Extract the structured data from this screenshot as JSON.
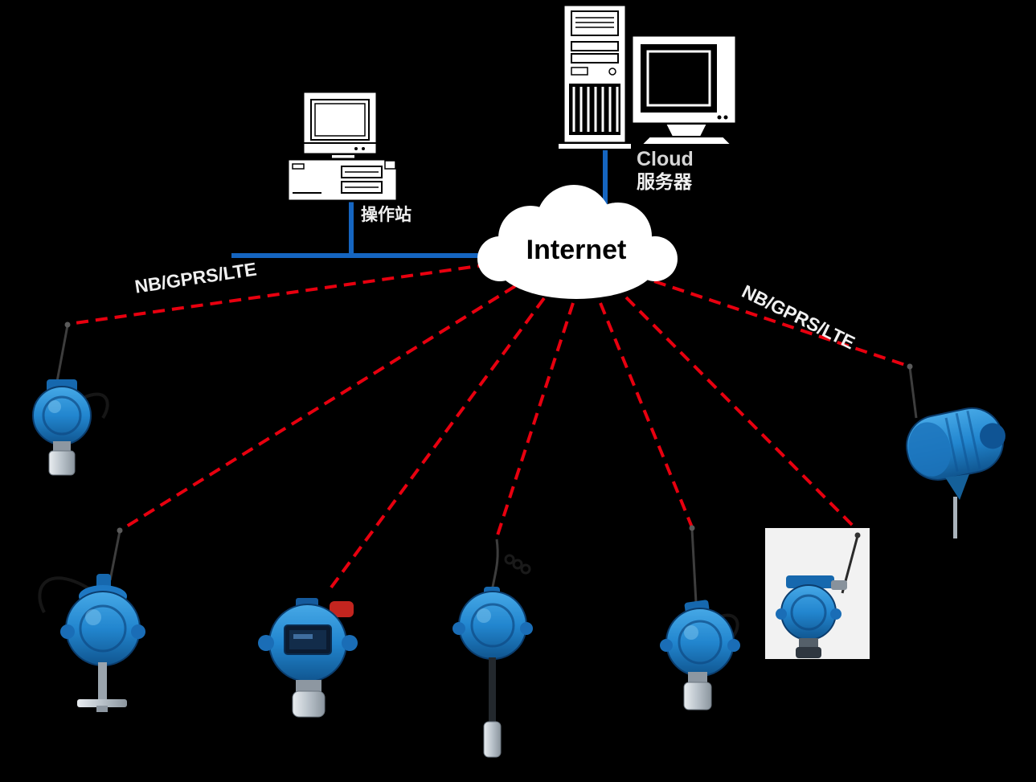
{
  "labels": {
    "internet": "Internet",
    "cloud_line1": "Cloud",
    "cloud_line2": "服务器",
    "operator_station": "操作站",
    "link_left": "NB/GPRS/LTE",
    "link_right": "NB/GPRS/LTE"
  },
  "colors": {
    "background": "#000000",
    "wired_link": "#1565c0",
    "wireless_link": "#e8000f",
    "cloud_fill": "#ffffff",
    "internet_text": "#000000",
    "label_text": "#f0f0f0",
    "device_blue": "#2a8fd6"
  },
  "icons": [
    "internet-cloud",
    "server-tower-icon",
    "server-monitor-icon",
    "workstation-icon",
    "gas-detector-upper-left",
    "gas-detector-left",
    "gas-detector-display",
    "gas-detector-probe",
    "gas-detector-right-center",
    "gas-detector-card",
    "gas-detector-far-right"
  ]
}
